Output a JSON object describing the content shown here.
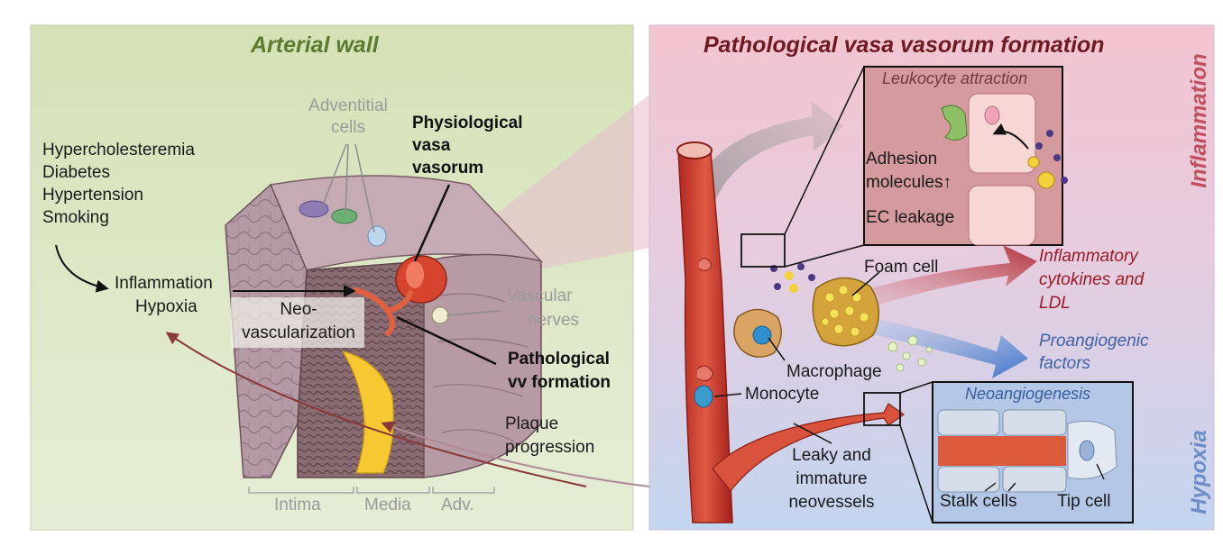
{
  "left_panel": {
    "title": "Arterial wall",
    "risk_factors": [
      "Hypercholesteremia",
      "Diabetes",
      "Hypertension",
      "Smoking"
    ],
    "inflammation": "Inflammation",
    "hypoxia": "Hypoxia",
    "adventitial_cells": [
      "Adventitial",
      "cells"
    ],
    "physiological_vv": [
      "Physiological",
      "vasa",
      "vasorum"
    ],
    "neovascularization": [
      "Neo-",
      "vascularization"
    ],
    "vascular_nerves": [
      "Vascular",
      "nerves"
    ],
    "pathological_vv": [
      "Pathological",
      "vv formation"
    ],
    "plaque_progression": [
      "Plaque",
      "progression"
    ],
    "layers": [
      "Intima",
      "Media",
      "Adv."
    ]
  },
  "right_panel": {
    "title": "Pathological vasa vasorum formation",
    "side_top": "Inflammation",
    "side_bottom": "Hypoxia",
    "leukocyte_box": {
      "title": "Leukocyte attraction",
      "adhesion": [
        "Adhesion",
        "molecules↑"
      ],
      "ec_leakage": "EC leakage"
    },
    "foam_cell": "Foam cell",
    "macrophage": "Macrophage",
    "monocyte": "Monocyte",
    "inflammatory": [
      "Inflammatory",
      "cytokines and",
      "LDL"
    ],
    "proangiogenic": [
      "Proangiogenic",
      "factors"
    ],
    "leaky": [
      "Leaky and",
      "immature",
      "neovessels"
    ],
    "neo_box": {
      "title": "Neoangiogenesis",
      "stalk": "Stalk cells",
      "tip": "Tip cell"
    }
  },
  "colors": {
    "left_bg": "#dce6c2",
    "right_bg_top": "#f2c6cf",
    "right_bg_bottom": "#c5d6ef",
    "title_green": "#5c7a30",
    "title_maroon": "#6d1b23",
    "vessel_red": "#c0392b"
  }
}
